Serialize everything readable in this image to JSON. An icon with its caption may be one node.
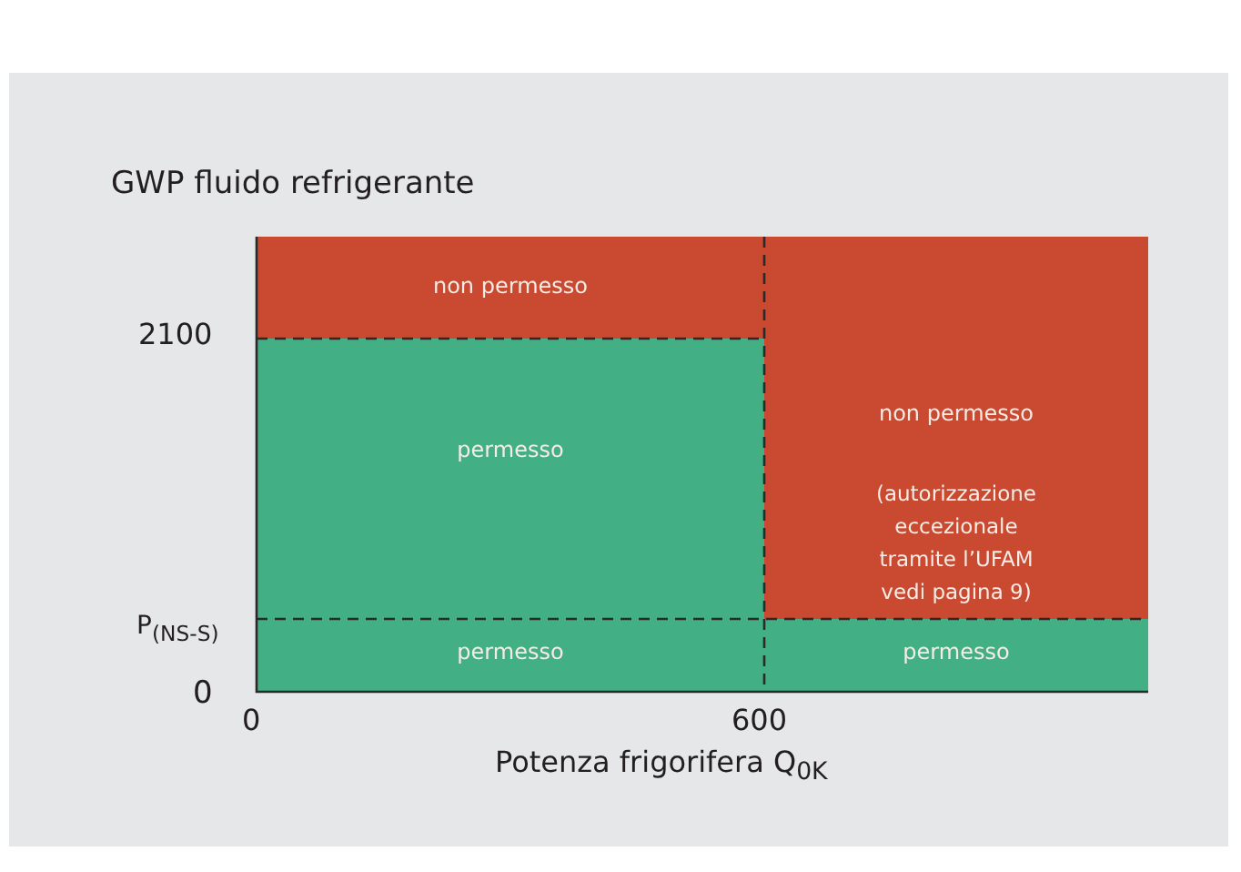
{
  "diagram": {
    "title": "GWP fluido refrigerante",
    "nodes": [
      {
        "text": [
          "non permesso"
        ]
      },
      {
        "text": [
          "permesso"
        ]
      },
      {
        "text": [
          "non permesso",
          "(autorizzazione eccezionale tramite l’UFAM vedi pagina 9)"
        ]
      },
      {
        "text": [
          "permesso"
        ]
      },
      {
        "text": [
          "permesso"
        ]
      }
    ],
    "labels": [
      "2100",
      "P$_{(NS-S)}$",
      "0",
      "0",
      "600",
      "Potenza frigorifera Q$_{0K}$"
    ]
  }
}
